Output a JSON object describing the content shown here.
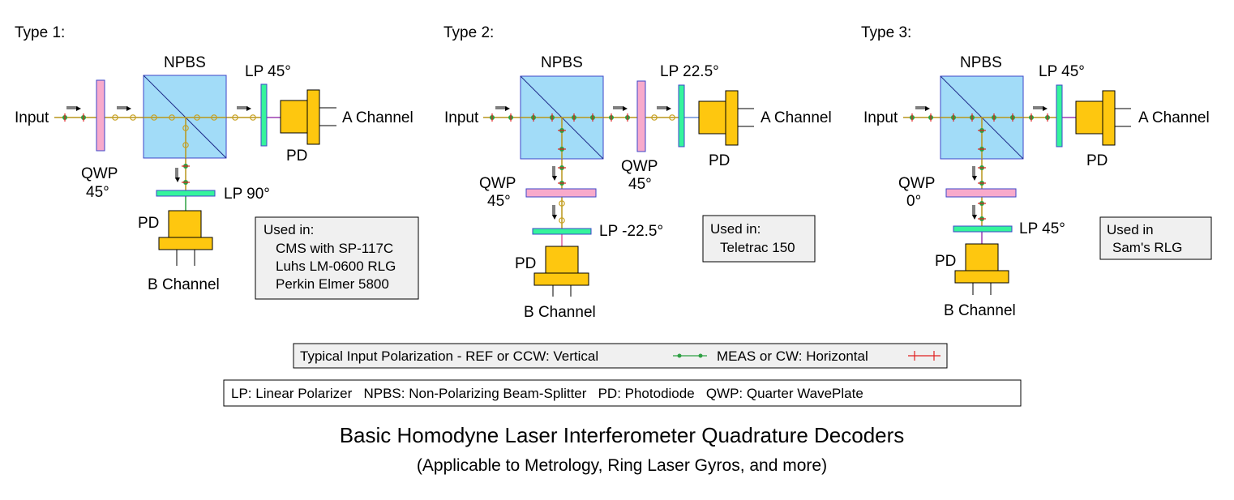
{
  "diagram": {
    "title": "Basic Homodyne Laser Interferometer Quadrature Decoders",
    "subtitle": "(Applicable to Metrology, Ring Laser Gyros, and more)",
    "colors": {
      "npbs": "#a2dcf8",
      "qwp": "#f8aacb",
      "lp": "#35f49c",
      "pd": "#fec70f",
      "beam": "#b8961a",
      "vertical_marker": "#2ea043",
      "horizontal_marker": "#e02020",
      "outline": "#3c46c8"
    },
    "types": [
      {
        "header": "Type 1:",
        "input_label": "Input",
        "npbs_label": "NPBS",
        "input_qwp": {
          "label": "QWP",
          "angle": "45°"
        },
        "a_lp_label": "LP 45°",
        "a_pd_label": "PD",
        "a_channel_label": "A Channel",
        "b_qwp": null,
        "b_lp_label": "LP 90°",
        "b_pd_label": "PD",
        "b_channel_label": "B Channel",
        "used_in": {
          "heading": "Used in:",
          "items": [
            "CMS with SP-117C",
            "Luhs LM-0600 RLG",
            "Perkin Elmer 5800"
          ]
        }
      },
      {
        "header": "Type 2:",
        "input_label": "Input",
        "npbs_label": "NPBS",
        "input_qwp": null,
        "a_qwp": {
          "label": "QWP",
          "angle": "45°"
        },
        "a_lp_label": "LP 22.5°",
        "a_pd_label": "PD",
        "a_channel_label": "A Channel",
        "b_qwp": {
          "label": "QWP",
          "angle": "45°"
        },
        "b_lp_label": "LP -22.5°",
        "b_pd_label": "PD",
        "b_channel_label": "B Channel",
        "used_in": {
          "heading": "Used in:",
          "items": [
            "Teletrac 150"
          ]
        }
      },
      {
        "header": "Type 3:",
        "input_label": "Input",
        "npbs_label": "NPBS",
        "input_qwp": null,
        "a_lp_label": "LP 45°",
        "a_pd_label": "PD",
        "a_channel_label": "A Channel",
        "b_qwp": {
          "label": "QWP",
          "angle": "0°"
        },
        "b_lp_label": "LP 45°",
        "b_pd_label": "PD",
        "b_channel_label": "B Channel",
        "used_in": {
          "heading": "Used in",
          "items": [
            "Sam's RLG"
          ]
        }
      }
    ],
    "legend": {
      "prefix": "Typical Input Polarization - REF or CCW: Vertical",
      "middle": "MEAS or CW: Horizontal",
      "vertical_symbol": "green-dot-line",
      "horizontal_symbol": "red-cross-line"
    },
    "abbreviations": "LP: Linear Polarizer   NPBS: Non-Polarizing Beam-Splitter   PD: Photodiode   QWP: Quarter WavePlate"
  }
}
